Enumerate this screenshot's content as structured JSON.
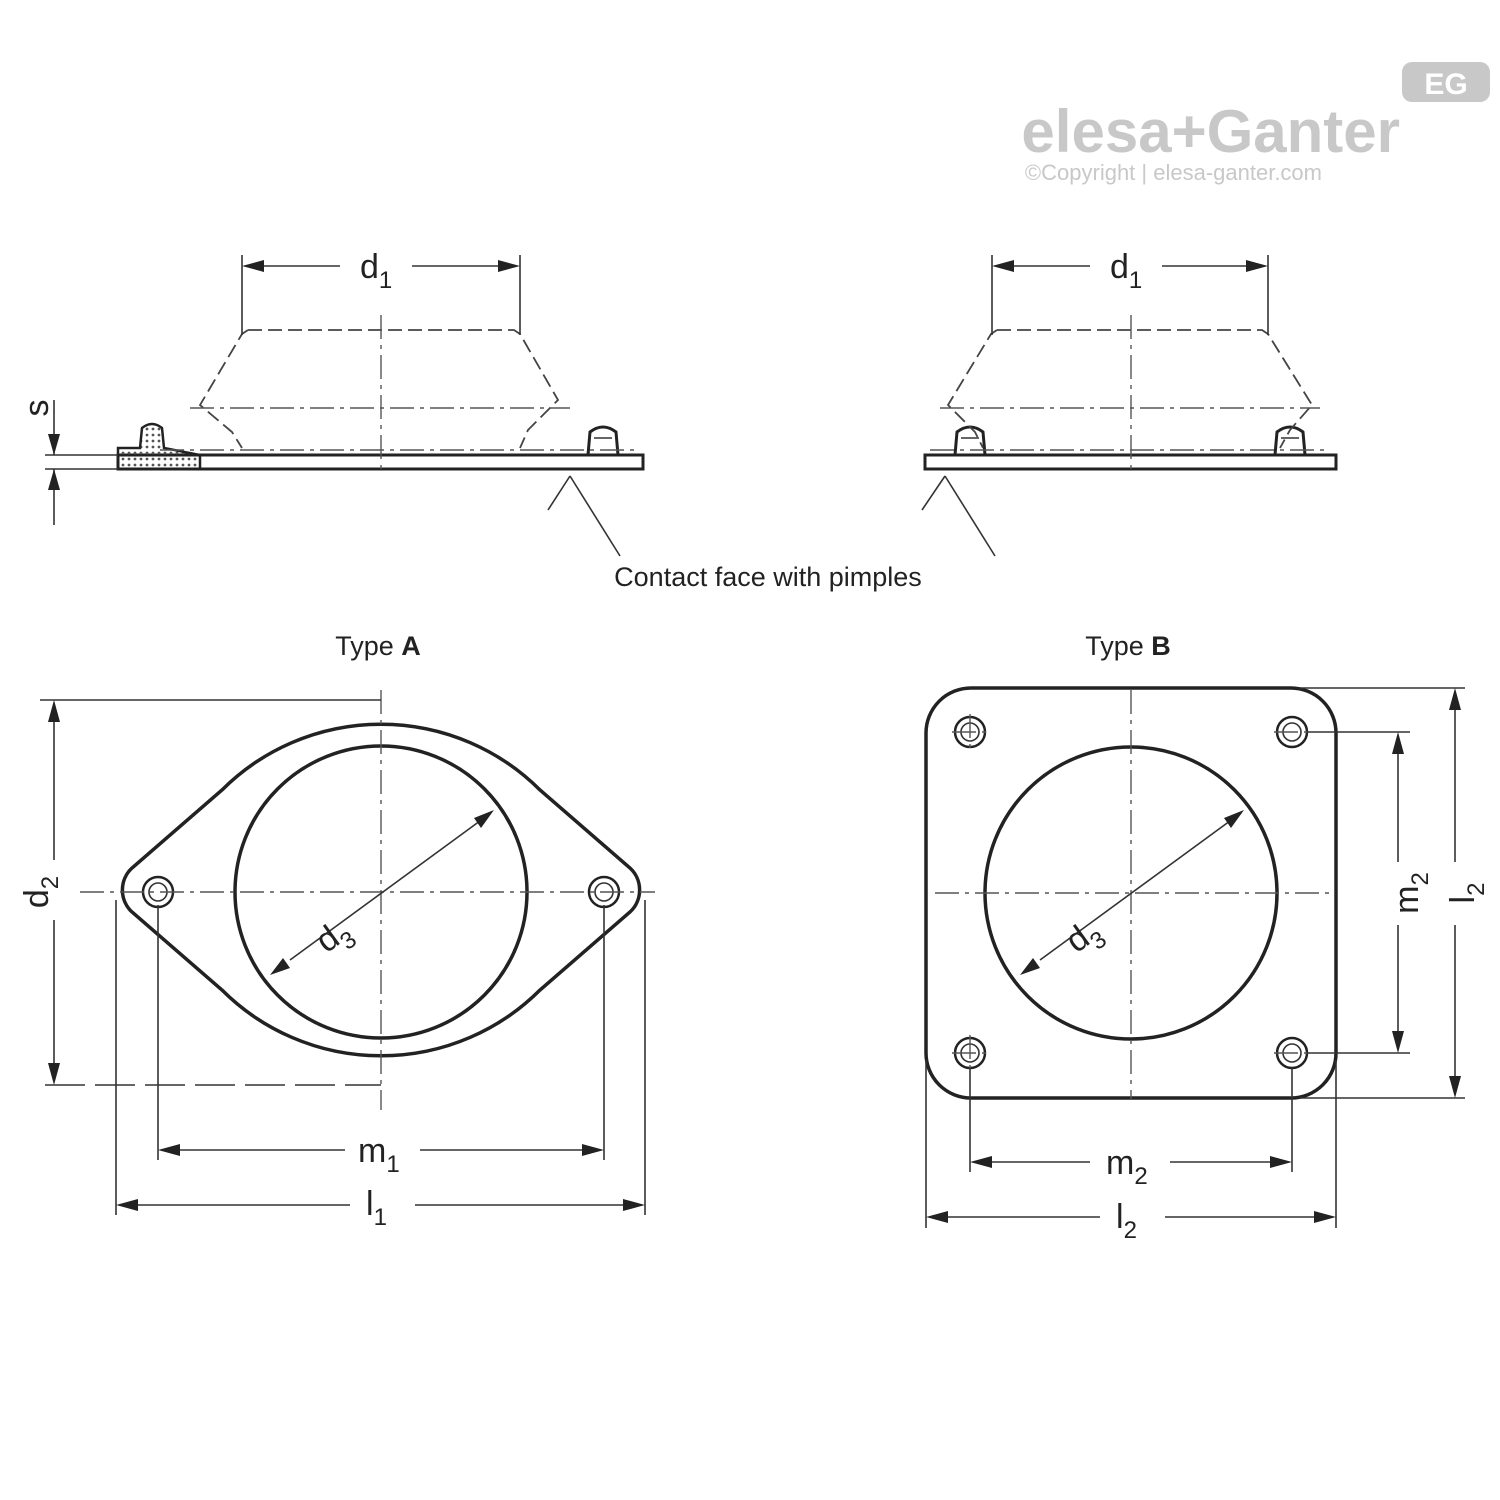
{
  "brand": {
    "logo_text": "elesa+Ganter",
    "badge": "EG",
    "copyright": "©Copyright | elesa-ganter.com"
  },
  "dimensions": {
    "d1": "d",
    "d1_sub": "1",
    "d2": "d",
    "d2_sub": "2",
    "d3": "d",
    "d3_sub": "3",
    "m1": "m",
    "m1_sub": "1",
    "m2": "m",
    "m2_sub": "2",
    "l1": "l",
    "l1_sub": "1",
    "l2": "l",
    "l2_sub": "2",
    "s": "s"
  },
  "annotation": {
    "contact_face": "Contact face with pimples"
  },
  "types": {
    "a_prefix": "Type ",
    "a_letter": "A",
    "b_prefix": "Type ",
    "b_letter": "B"
  },
  "colors": {
    "line": "#222222",
    "logo": "#c8c8c8",
    "hatch": "#555555"
  }
}
